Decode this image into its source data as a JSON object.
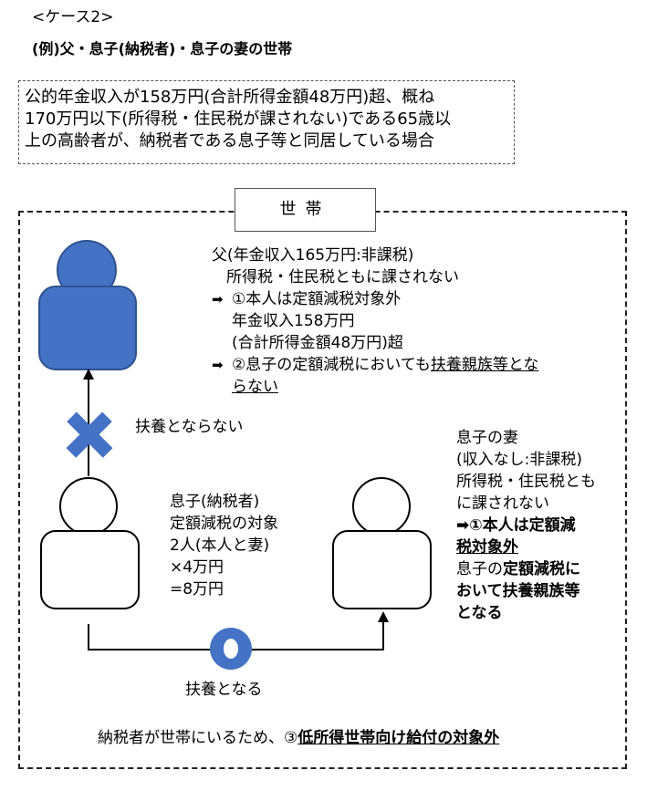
{
  "header": {
    "case_label": "<ケース2>",
    "example_title": "(例)父・息子(納税者)・息子の妻の世帯"
  },
  "description": {
    "line1": "公的年金収入が158万円(合計所得金額48万円)超、概ね",
    "line2": "170万円以下(所得税・住民税が課されない)である65歳以",
    "line3": "上の高齢者が、納税者である息子等と同居している場合"
  },
  "household_label": "世帯",
  "father": {
    "line1": "父(年金収入165万円:非課税)",
    "line2": "所得税・住民税ともに課されない",
    "arrow_glyph": "➡",
    "line3": "①本人は定額減税対象外",
    "line4": "年金収入158万円",
    "line5": "(合計所得金額48万円)超",
    "line6_prefix": "②息子の定額減税においても",
    "line6_underlined": "扶養親族等とな",
    "line7_underlined": "らない"
  },
  "relation": {
    "not_dependent": "扶養とならない",
    "dependent": "扶養となる"
  },
  "son": {
    "line1": "息子(納税者)",
    "line2": "定額減税の対象",
    "line3": "2人(本人と妻)",
    "line4": "×4万円",
    "line5": "=8万円"
  },
  "wife": {
    "line1": "息子の妻",
    "line2": "(収入なし:非課税)",
    "line3": "所得税・住民税とも",
    "line4": "に課されない",
    "line5_arrow": "➡",
    "line5_bold": "①本人は定額減",
    "line6_bold_underlined": "税対象外",
    "line7_prefix": "息子の",
    "line7_bold": "定額減税に",
    "line8_bold": "おいて扶養親族等",
    "line9_bold": "となる"
  },
  "footer": {
    "prefix": "納税者が世帯にいるため、③",
    "bold_underlined": "低所得世帯向け給付の対象外"
  },
  "colors": {
    "father_fill": "#4472c4",
    "father_stroke": "#2f528f",
    "cross": "#4472c4",
    "ring": "#4472c4",
    "figure_stroke": "#000000"
  }
}
